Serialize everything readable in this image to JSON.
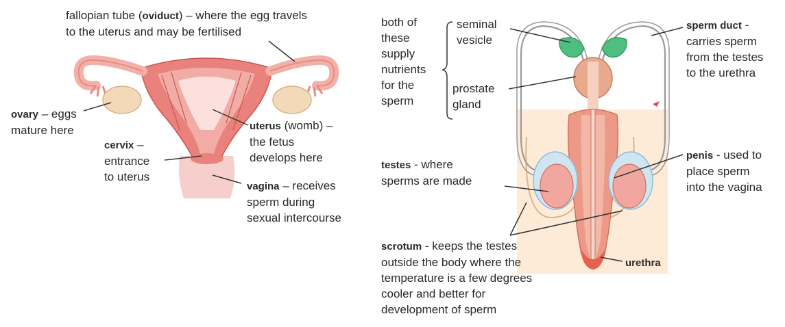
{
  "female": {
    "oviduct": {
      "prefix": "fallopian tube (",
      "term": "oviduct",
      "suffix": ") – where the egg travels",
      "line2": "to the uterus and may be fertilised"
    },
    "ovary": {
      "term": "ovary",
      "line1": " – eggs",
      "line2": "mature here"
    },
    "cervix": {
      "term": "cervix",
      "line1": " –",
      "line2": "entrance",
      "line3": "to uterus"
    },
    "uterus": {
      "term": "uterus",
      "line1": " (womb) –",
      "line2": "the fetus",
      "line3": "develops here"
    },
    "vagina": {
      "term": "vagina",
      "line1": " – receives",
      "line2": "sperm during",
      "line3": "sexual intercourse"
    }
  },
  "male": {
    "nutrients": {
      "lines": [
        "both of",
        "these",
        "supply",
        "nutrients",
        "for the",
        "sperm"
      ]
    },
    "seminal_vesicle": {
      "line1": "seminal",
      "line2": "vesicle"
    },
    "prostate": {
      "line1": "prostate",
      "line2": "gland"
    },
    "sperm_duct": {
      "term": "sperm duct",
      "line1": " -",
      "line2": "carries sperm",
      "line3": "from the testes",
      "line4": "to the urethra"
    },
    "testes": {
      "term": "testes",
      "line1": " -  where",
      "line2": "sperms are made"
    },
    "penis": {
      "term": "penis",
      "line1": " -  used to",
      "line2": "place sperm",
      "line3": "into the vagina"
    },
    "scrotum": {
      "term": "scrotum",
      "line1": " -  keeps the testes",
      "line2": "outside the body where the",
      "line3": "temperature is a few degrees",
      "line4": "cooler and better for",
      "line5": "development of sperm"
    },
    "urethra": {
      "term": "urethra"
    }
  }
}
